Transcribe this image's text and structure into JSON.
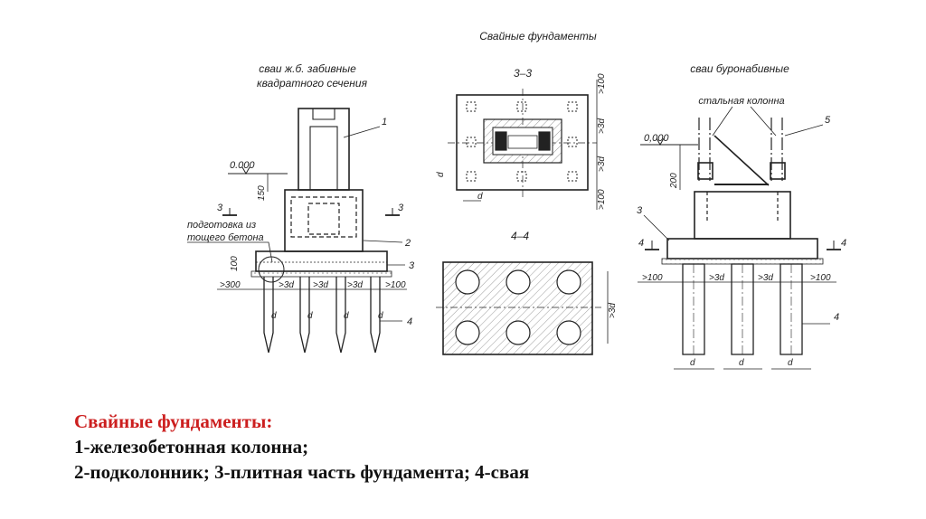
{
  "drawing": {
    "main_title": "Свайные фундаменты",
    "left": {
      "title_line1": "сваи ж.б. забивные",
      "title_line2": "квадратного сечения",
      "level": "0.000",
      "dim_150": "150",
      "dim_100": "100",
      "section_mark": "3",
      "prep_line1": "подготовка из",
      "prep_line2": "тощего бетона",
      "dim_300": ">300",
      "dim_3d": ">3d",
      "dim_100b": ">100",
      "d": "d",
      "callouts": [
        "1",
        "2",
        "3",
        "4"
      ]
    },
    "center": {
      "section_33": "3–3",
      "section_44": "4–4",
      "dim_100": ">100",
      "dim_3d": ">3d",
      "d": "d"
    },
    "right": {
      "title": "сваи буронабивные",
      "steel_column": "стальная колонна",
      "level": "0,000",
      "dim_200": "200",
      "dim_100": ">100",
      "dim_3d": ">3d",
      "section_mark": "4",
      "d": "d",
      "callouts": [
        "5",
        "3",
        "4"
      ]
    }
  },
  "caption": {
    "title": "Свайные фундаменты:",
    "line1": "1-железобетонная колонна;",
    "line2": "2-подколонник; 3-плитная часть фундамента; 4-свая"
  }
}
